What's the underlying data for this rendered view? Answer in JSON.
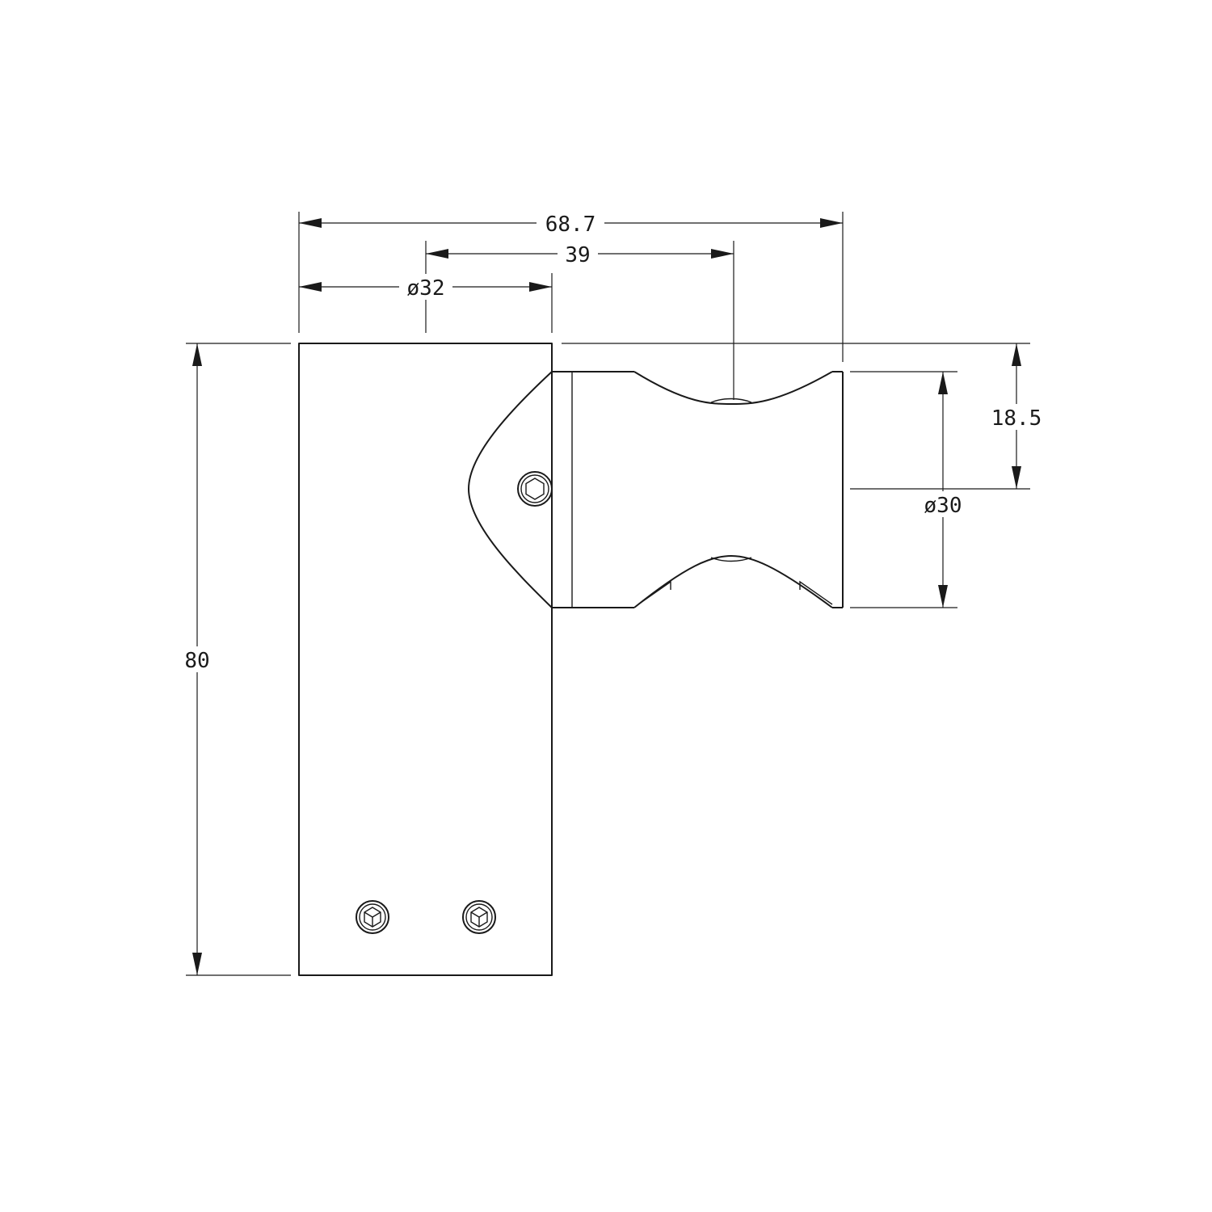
{
  "dimensions": {
    "overall_width": "68.7",
    "center_offset": "39",
    "post_diameter": "ø32",
    "height": "80",
    "clamp_offset": "18.5",
    "clamp_diameter": "ø30"
  }
}
